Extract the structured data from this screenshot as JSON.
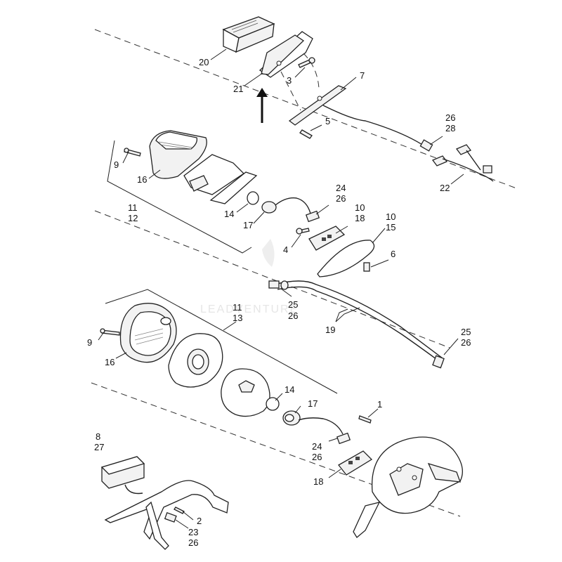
{
  "diagram": {
    "watermark": "LEADVENTURE",
    "callouts": {
      "c20": "20",
      "c21": "21",
      "c3": "3",
      "c7": "7",
      "c5": "5",
      "c26a": "26",
      "c28": "28",
      "c22": "22",
      "c9a": "9",
      "c16a": "16",
      "c11a": "11",
      "c12": "12",
      "c14a": "14",
      "c17a": "17",
      "c24a": "24",
      "c26b": "26",
      "c10a": "10",
      "c18a": "18",
      "c10b": "10",
      "c15": "15",
      "c4": "4",
      "c6": "6",
      "c25a": "25",
      "c26c": "26",
      "c19": "19",
      "c25b": "25",
      "c26d": "26",
      "c11b": "11",
      "c13": "13",
      "c9b": "9",
      "c16b": "16",
      "c14b": "14",
      "c17b": "17",
      "c1": "1",
      "c24b": "24",
      "c26e": "26",
      "c18b": "18",
      "c8": "8",
      "c27": "27",
      "c2": "2",
      "c23": "23",
      "c26f": "26"
    }
  }
}
